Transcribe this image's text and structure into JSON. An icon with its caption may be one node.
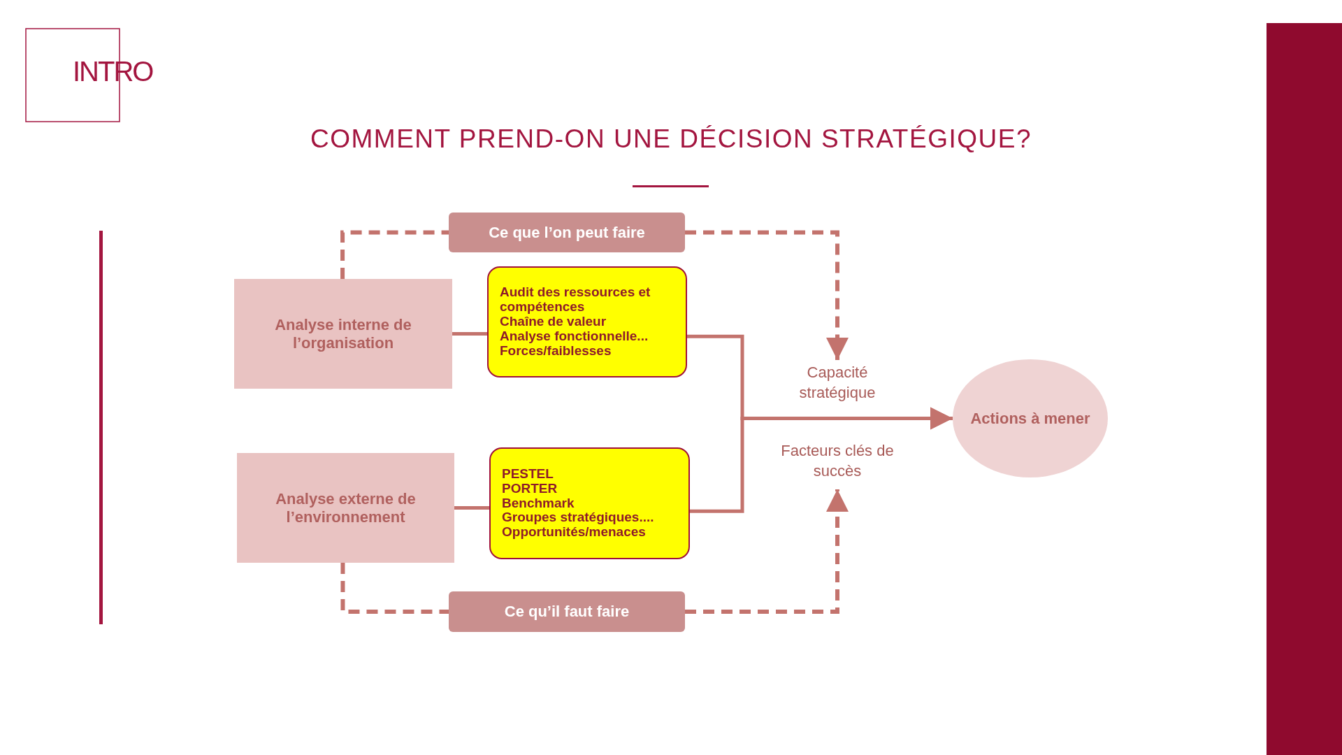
{
  "diagram": {
    "title": "COMMENT PREND-ON UNE DÉCISION STRATÉGIQUE?",
    "nodes": [
      {
        "text": [
          "Ce que l’on peut faire"
        ]
      },
      {
        "text": [
          "Analyse interne de l’organisation"
        ]
      },
      {
        "text": [
          "Audit des ressources et compétences",
          "Chaîne de valeur",
          "Analyse fonctionnelle...",
          "Forces/faiblesses"
        ]
      },
      {
        "text": [
          "Capacité stratégique"
        ]
      },
      {
        "text": [
          "Actions à mener"
        ]
      },
      {
        "text": [
          "Facteurs clés de succès"
        ]
      },
      {
        "text": [
          "Analyse externe de l’environnement"
        ]
      },
      {
        "text": [
          "PESTEL",
          "PORTER",
          "Benchmark",
          "Groupes stratégiques....",
          "Opportunités/menaces"
        ]
      },
      {
        "text": [
          "Ce qu’il faut faire"
        ]
      }
    ],
    "edges": [
      {
        "from": 1,
        "to": 0,
        "arrow": "none",
        "style": "dashed"
      },
      {
        "from": 0,
        "to": 3,
        "arrow": "to",
        "style": "dashed"
      },
      {
        "from": 1,
        "to": 2,
        "arrow": "none"
      },
      {
        "from": 2,
        "to": 4,
        "arrow": "to"
      },
      {
        "from": 7,
        "to": 4,
        "arrow": "to"
      },
      {
        "from": 6,
        "to": 7,
        "arrow": "none"
      },
      {
        "from": 6,
        "to": 8,
        "arrow": "none",
        "style": "dashed"
      },
      {
        "from": 8,
        "to": 5,
        "arrow": "to",
        "style": "dashed"
      }
    ],
    "labels": [
      "INTRO"
    ]
  }
}
